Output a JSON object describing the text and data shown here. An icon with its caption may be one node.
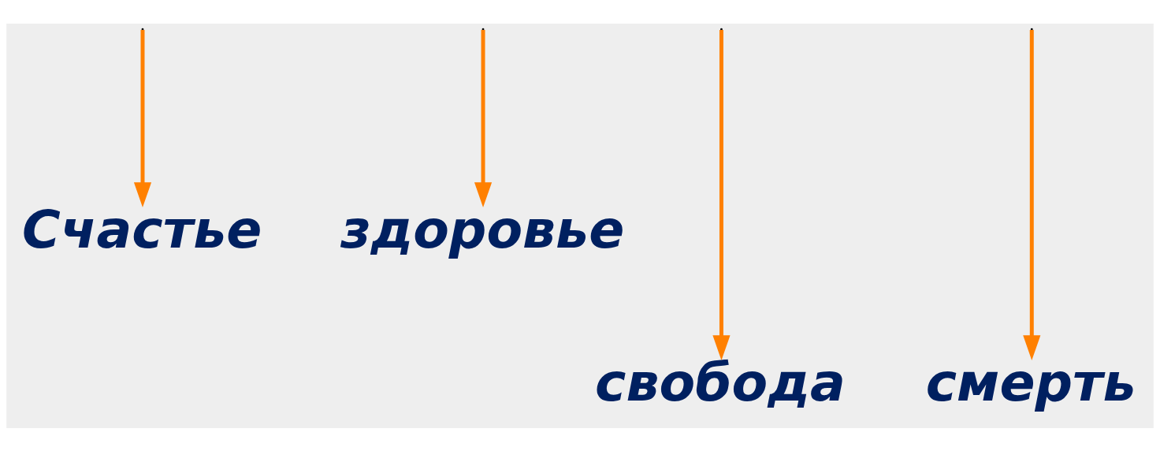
{
  "diagram": {
    "nodes": [
      {
        "text": [
          "Счастье"
        ]
      },
      {
        "text": [
          "здоровье"
        ]
      },
      {
        "text": [
          "свобода"
        ]
      },
      {
        "text": [
          "смерть"
        ]
      }
    ],
    "edges": [
      {
        "from": null,
        "to": 0,
        "arrow": "to"
      },
      {
        "from": null,
        "to": 2,
        "arrow": "to"
      },
      {
        "from": null,
        "to": 3,
        "arrow": "to"
      },
      {
        "from": null,
        "to": 1,
        "arrow": "to"
      }
    ]
  }
}
